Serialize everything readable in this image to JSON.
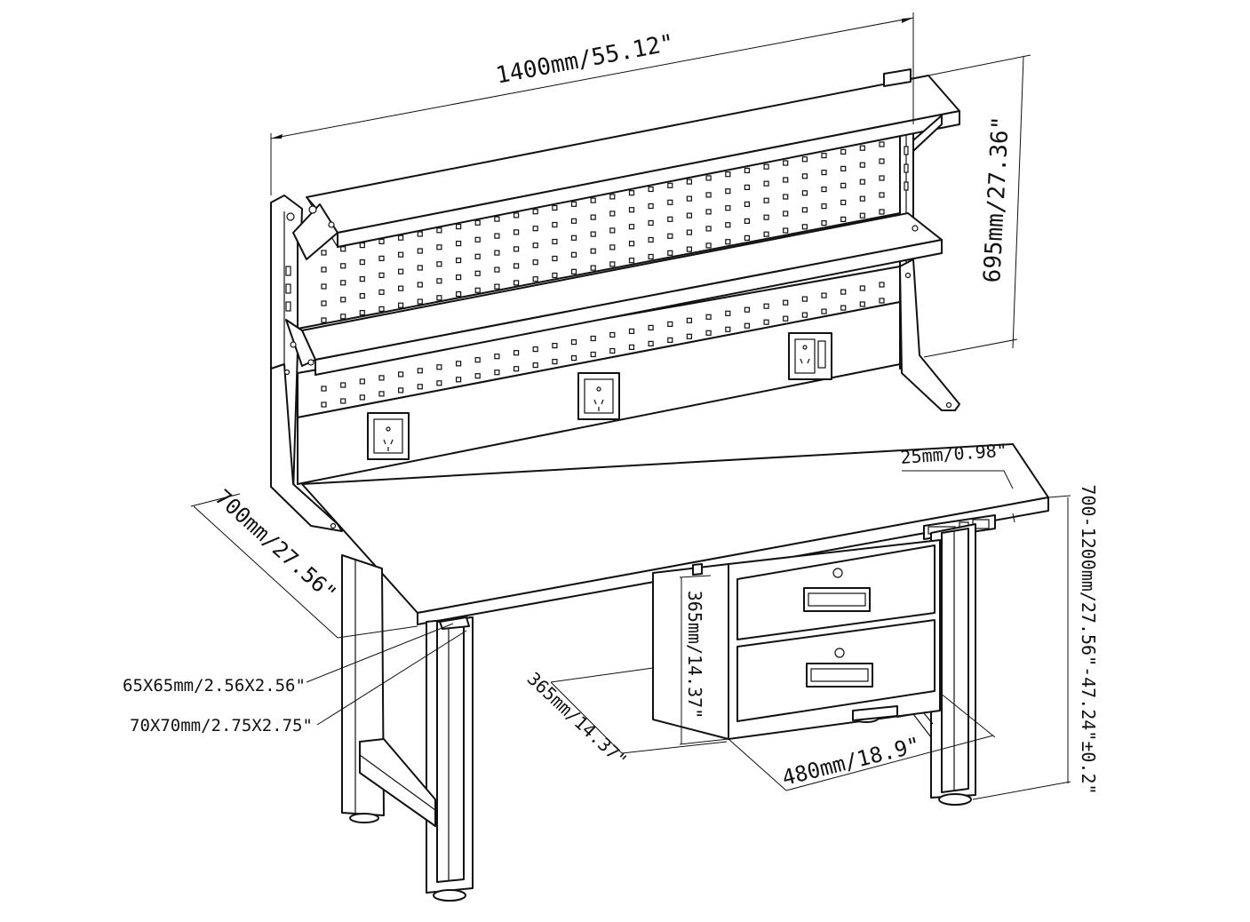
{
  "dimensions": {
    "width": "1400mm/55.12\"",
    "hutch_height": "695mm/27.36\"",
    "depth": "700mm/27.56\"",
    "top_thickness": "25mm/0.98\"",
    "height_range": "700-1200mm/27.56\"-47.24\"±0.2\"",
    "inner_leg": "65X65mm/2.56X2.56\"",
    "outer_leg": "70X70mm/2.75X2.75\"",
    "drawer_height": "365mm/14.37\"",
    "drawer_depth": "365mm/14.37\"",
    "drawer_width": "480mm/18.9\""
  }
}
